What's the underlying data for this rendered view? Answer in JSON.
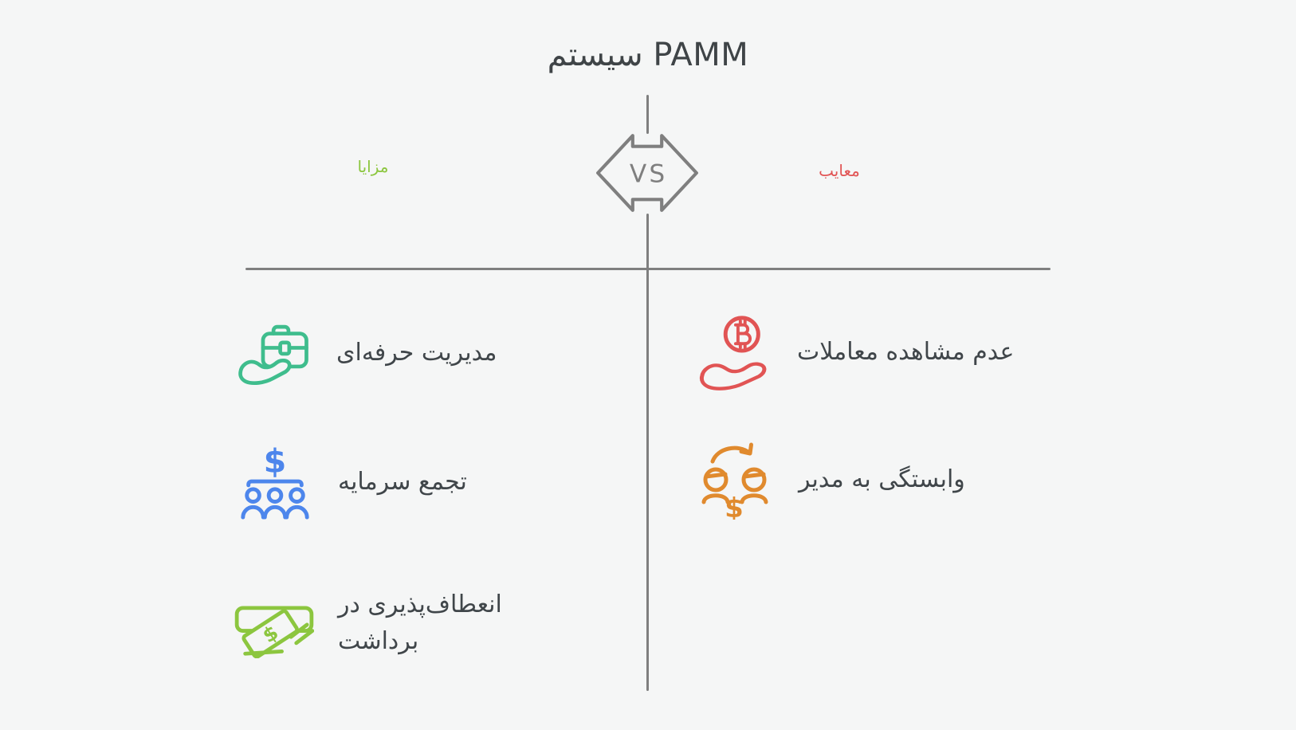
{
  "page": {
    "background_color": "#f5f6f6",
    "line_color": "#7f7f7f",
    "text_color": "#40464a"
  },
  "title": "سیستم PAMM",
  "vs_badge": {
    "label": "VS"
  },
  "columns": {
    "advantages": {
      "label": "مزایا",
      "color": "#8cc63f",
      "items": [
        {
          "text": "مدیریت حرفه‌ای",
          "icon": "briefcase-hand-icon",
          "color": "#3fbd8d"
        },
        {
          "text": "تجمع سرمایه",
          "icon": "dollar-group-icon",
          "color": "#4d86ec"
        },
        {
          "text": "انعطاف‌پذیری در برداشت",
          "icon": "cash-withdrawal-icon",
          "color": "#8cc63f"
        }
      ]
    },
    "disadvantages": {
      "label": "معایب",
      "color": "#e15454",
      "items": [
        {
          "text": "عدم مشاهده معاملات",
          "icon": "hand-bitcoin-icon",
          "color": "#e15454"
        },
        {
          "text": "وابستگی به مدیر",
          "icon": "manager-dependency-icon",
          "color": "#e08a2e"
        }
      ]
    }
  }
}
